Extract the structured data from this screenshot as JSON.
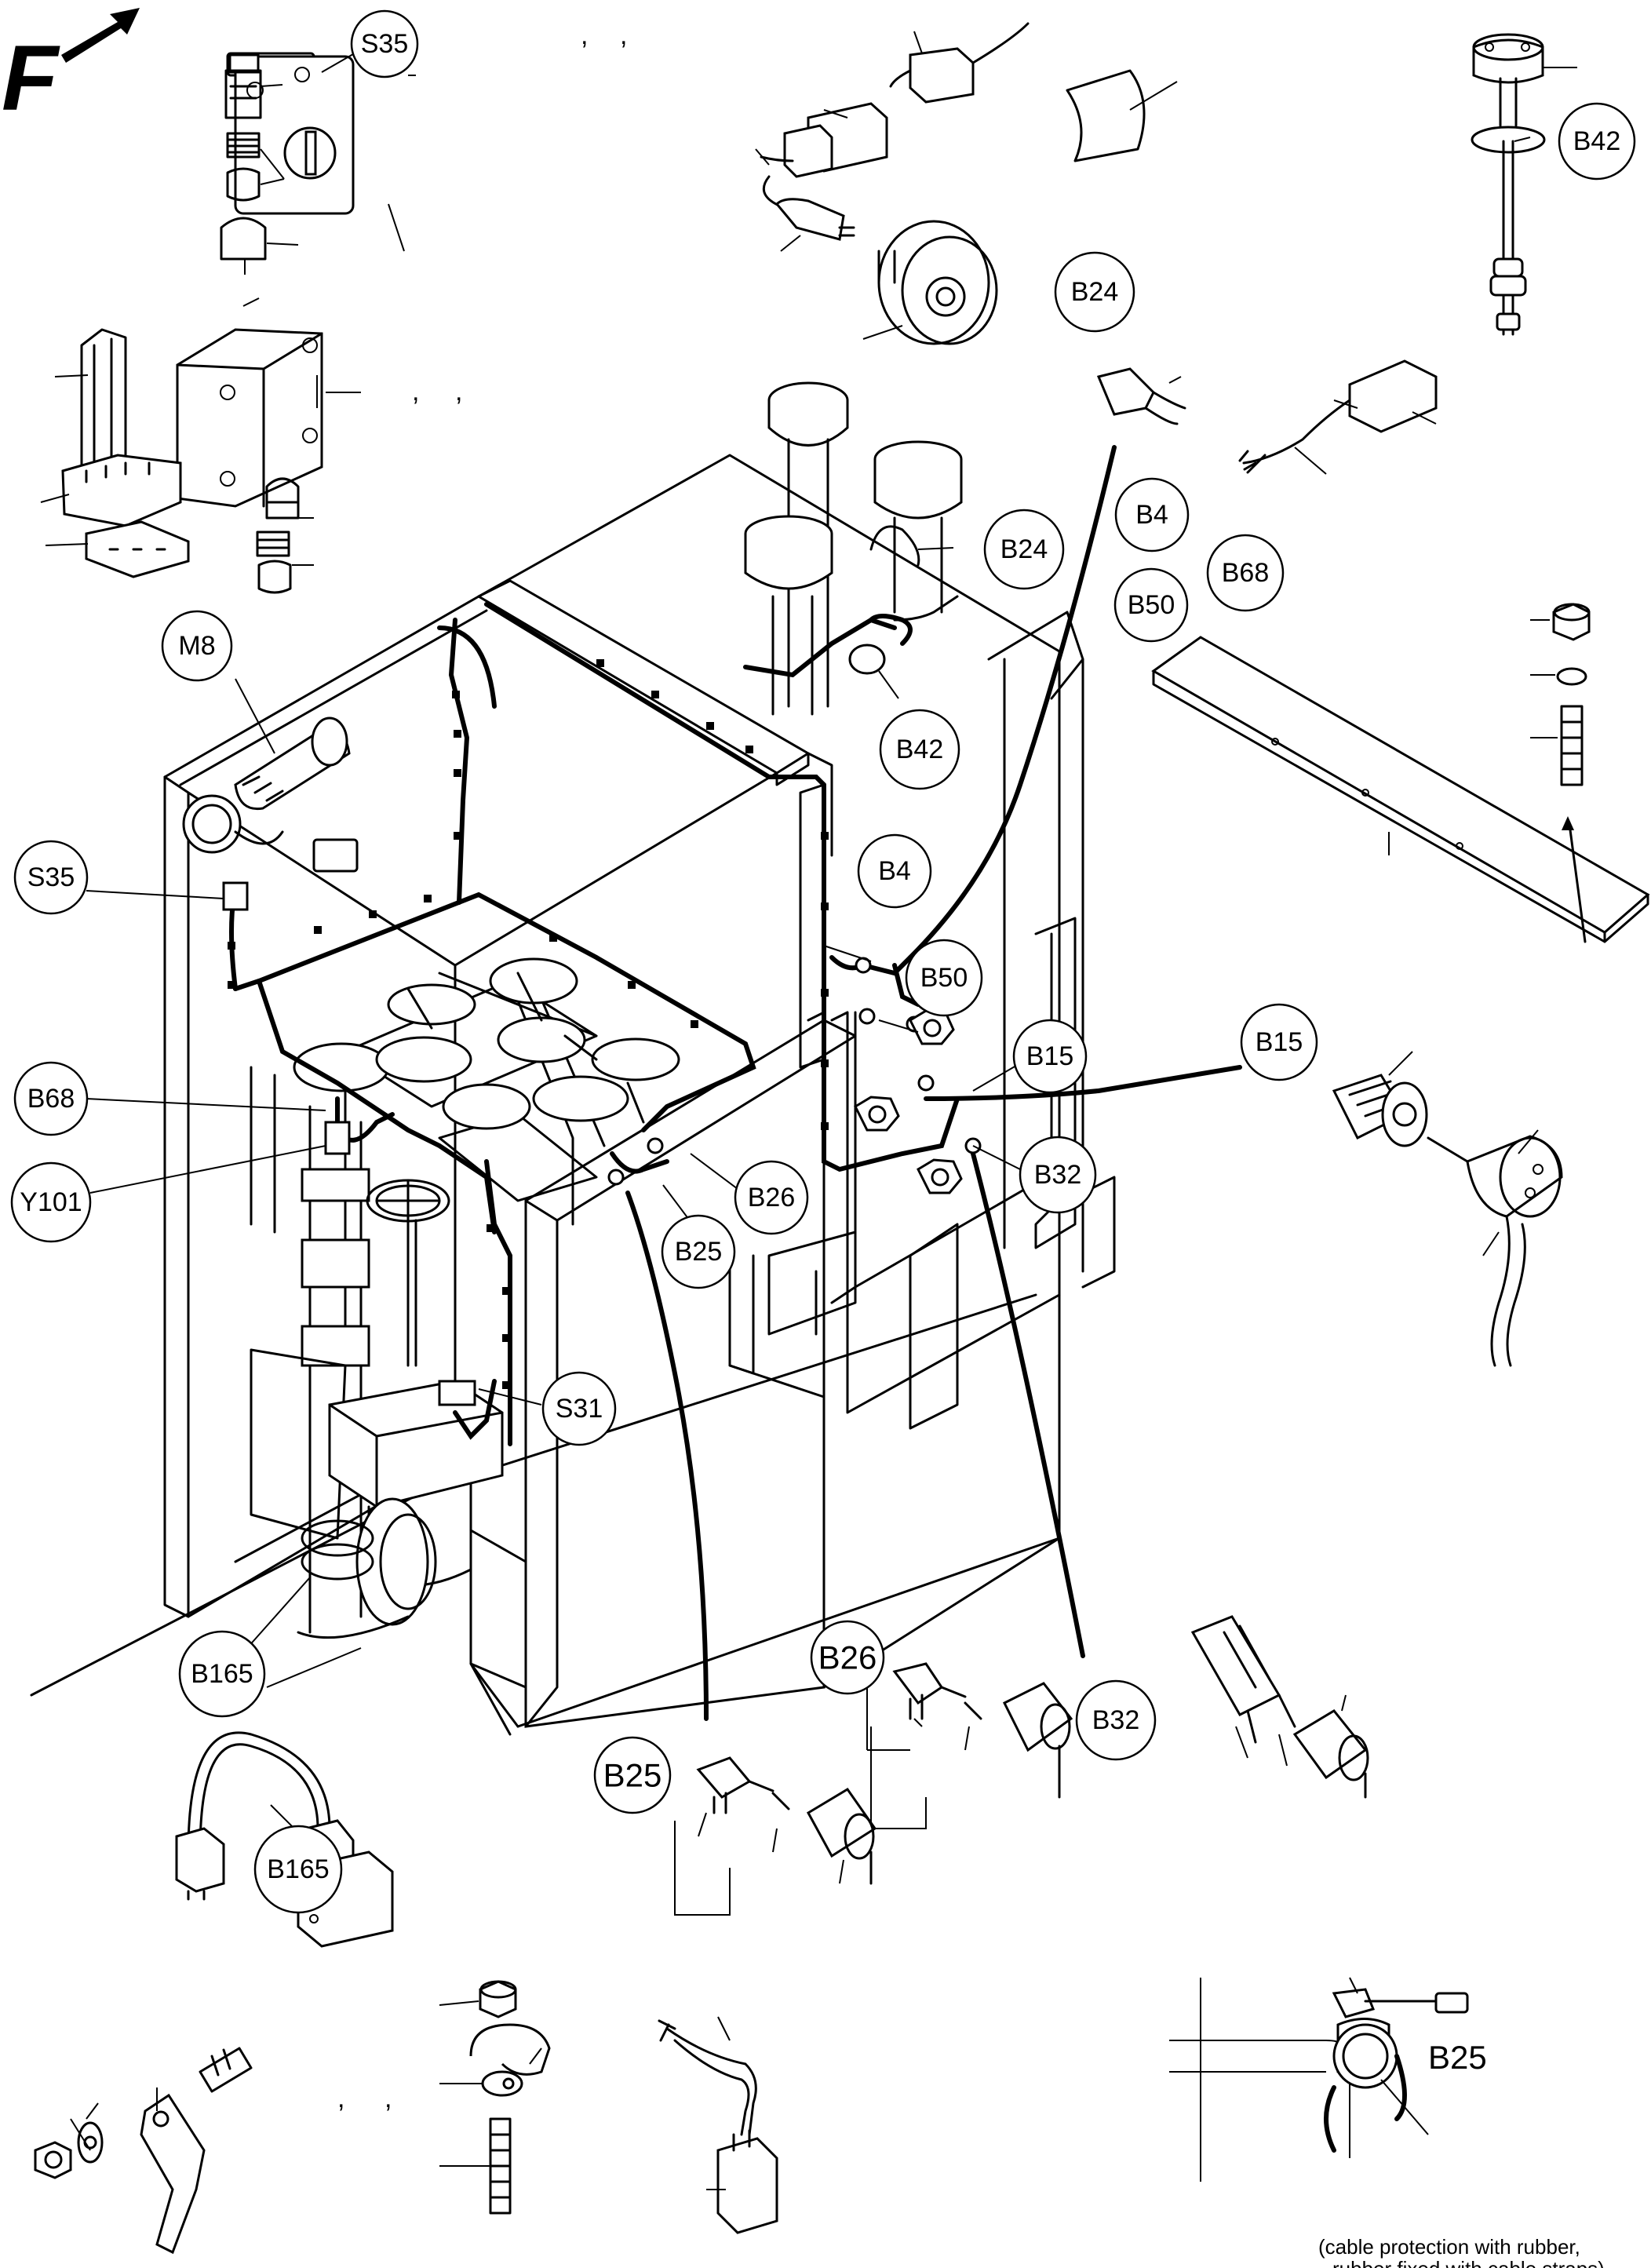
{
  "direction_marker": "F",
  "callouts": {
    "s35_top": "S35",
    "b42_top": "B42",
    "b24_connector": "B24",
    "b4_upper": "B4",
    "b68_upper": "B68",
    "b50_upper": "B50",
    "m8": "M8",
    "b24_tank": "B24",
    "b42_tank": "B42",
    "s35_side": "S35",
    "b4_mid": "B4",
    "b50_mid": "B50",
    "b15_mid": "B15",
    "b15_right": "B15",
    "b68_side": "B68",
    "y101": "Y101",
    "b32_mid": "B32",
    "b26_mid": "B26",
    "b25_mid": "B25",
    "s31": "S31",
    "b165_mid": "B165",
    "b26_detail": "B26",
    "b32_detail": "B32",
    "b25_detail": "B25",
    "b165_detail": "B165"
  },
  "inset_label": "B25",
  "inset_note_line1": "(cable protection with rubber,",
  "inset_note_line2": "rubber fixed with cable straps)",
  "separator": ","
}
